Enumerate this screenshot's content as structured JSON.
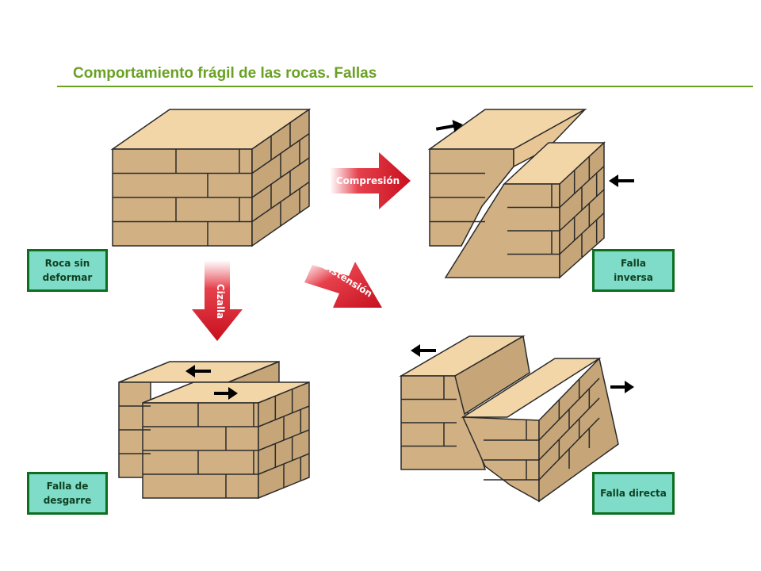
{
  "title": "Comportamiento frágil de las rocas. Fallas",
  "labels": {
    "undeformed": "Roca sin\ndeformar",
    "reverse": "Falla\ninversa",
    "strike_slip": "Falla de\ndesgarre",
    "normal": "Falla directa"
  },
  "arrows": {
    "compression": "Compresión",
    "shear": "Cizalla",
    "extension": "Distensión"
  },
  "colors": {
    "accent": "#6aa123",
    "label_bg": "#7fdcc9",
    "label_border": "#0d6e1e",
    "arrow_red": "#c8101e",
    "brick_top": "#f3d6a8",
    "brick_front": "#d1b184",
    "brick_side": "#c6a678",
    "mortar": "#2a2a2a"
  },
  "icons": [
    "arrow-right-icon",
    "arrow-down-icon",
    "arrow-diagonal-icon",
    "motion-arrow-icon"
  ]
}
